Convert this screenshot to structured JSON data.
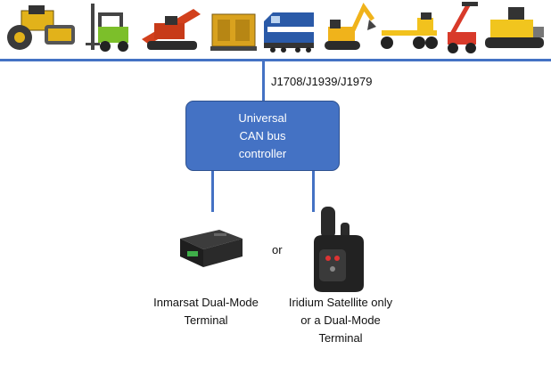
{
  "diagram": {
    "equipment": [
      {
        "name": "road roller",
        "color": "#e2b21a"
      },
      {
        "name": "forklift",
        "color": "#7cbf2a"
      },
      {
        "name": "horizontal drill",
        "color": "#d2401c"
      },
      {
        "name": "generator",
        "color": "#d9a21e"
      },
      {
        "name": "locomotive",
        "color": "#2a5aa8"
      },
      {
        "name": "excavator",
        "color": "#f0b31b"
      },
      {
        "name": "motor grader",
        "color": "#f2c21d"
      },
      {
        "name": "reach stacker",
        "color": "#d83a2a"
      },
      {
        "name": "asphalt paver",
        "color": "#f1c51e"
      }
    ],
    "bus_protocols": "J1708/J1939/J1979",
    "controller": {
      "line1": "Universal",
      "line2": "CAN bus",
      "line3": "controller"
    },
    "connector_word": "or",
    "terminals": [
      {
        "caption_lines": [
          "Inmarsat Dual-Mode",
          "Terminal"
        ]
      },
      {
        "caption_lines": [
          "Iridium Satellite only",
          "or a Dual-Mode",
          "Terminal"
        ]
      }
    ],
    "colors": {
      "accent": "#4472c4",
      "accent_border": "#2f528f",
      "text": "#111111"
    }
  }
}
